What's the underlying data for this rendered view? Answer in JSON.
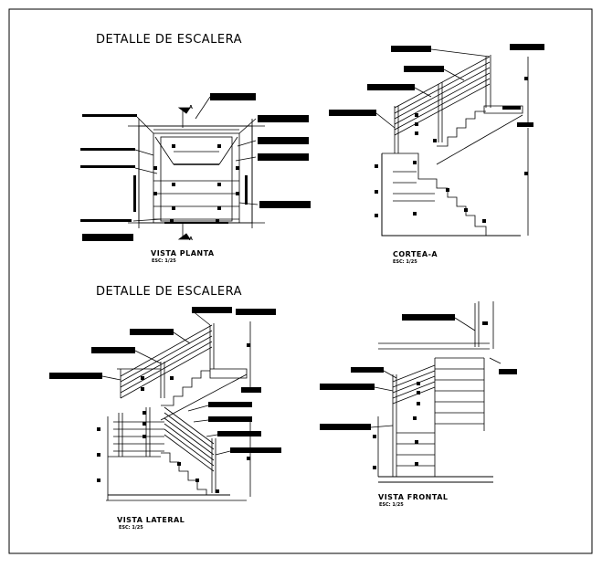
{
  "sheet": {
    "title_top": "DETALLE DE ESCALERA",
    "title_bottom": "DETALLE DE ESCALERA"
  },
  "views": {
    "planta": {
      "name": "VISTA PLANTA",
      "scale": "ESC: 1/25",
      "section_mark": "A"
    },
    "corte": {
      "name": "CORTEA-A",
      "scale": "ESC: 1/25"
    },
    "lateral": {
      "name": "VISTA LATERAL",
      "scale": "ESC: 1/25"
    },
    "frontal": {
      "name": "VISTA FRONTAL",
      "scale": "ESC: 1/25"
    }
  },
  "colors": {
    "ink": "#000000",
    "paper": "#ffffff"
  }
}
